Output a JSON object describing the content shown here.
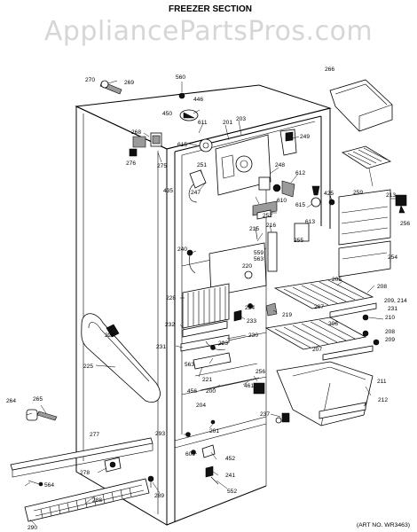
{
  "title": "FREEZER SECTION",
  "watermark": "AppliancePartsPros.com",
  "art_number": "(ART NO. WR3463)",
  "callouts": [
    "270",
    "269",
    "560",
    "266",
    "446",
    "450",
    "611",
    "201",
    "203",
    "268",
    "615",
    "249",
    "251",
    "275",
    "276",
    "248",
    "612",
    "213",
    "435",
    "247",
    "425",
    "259",
    "615",
    "256",
    "610",
    "613",
    "252",
    "255",
    "215",
    "216",
    "240",
    "559",
    "563",
    "220",
    "254",
    "205",
    "208",
    "228",
    "207",
    "209, 214",
    "231",
    "234",
    "210",
    "219",
    "232",
    "233",
    "206",
    "208",
    "230",
    "209",
    "224",
    "223",
    "231",
    "207",
    "225",
    "563",
    "221",
    "211",
    "456",
    "200",
    "461",
    "256",
    "212",
    "264",
    "265",
    "204",
    "201",
    "237",
    "293",
    "277",
    "609",
    "452",
    "278",
    "564",
    "241",
    "289",
    "552",
    "288",
    "290"
  ]
}
